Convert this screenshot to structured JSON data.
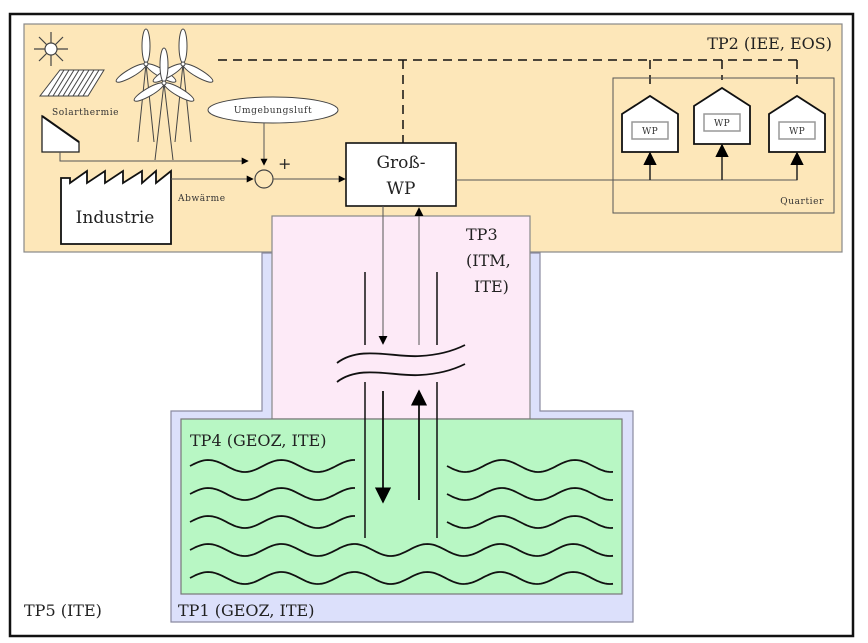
{
  "diagram": {
    "type": "system-diagram",
    "regions": {
      "tp5": {
        "label": "TP5 (ITE)",
        "fill": "#ffffff"
      },
      "tp2": {
        "label": "TP2 (IEE, EOS)",
        "fill": "#fde7b9"
      },
      "tp3": {
        "label_lines": [
          "TP3",
          "(ITM,",
          "ITE)"
        ],
        "fill": "#fdeaf7"
      },
      "tp1": {
        "label": "TP1 (GEOZ, ITE)",
        "fill": "#dce0fb"
      },
      "tp4": {
        "label": "TP4 (GEOZ, ITE)",
        "fill": "#b8f7c4"
      }
    },
    "sources": {
      "solar_label": "Solarthermie",
      "ambient_label": "Umgebungsluft",
      "industry_label": "Industrie",
      "waste_heat_label": "Abwärme",
      "sum_sign": "+"
    },
    "central_heat_pump": {
      "label_lines": [
        "Groß-",
        "WP"
      ]
    },
    "district": {
      "label": "Quartier",
      "houses": [
        {
          "label": "WP"
        },
        {
          "label": "WP"
        },
        {
          "label": "WP"
        }
      ]
    },
    "icons": [
      "sun-icon",
      "solar-panel-icon",
      "wind-turbine-icon",
      "solar-collector-icon",
      "factory-icon",
      "house-icon",
      "water-waves-icon",
      "pipe-break-icon"
    ]
  }
}
